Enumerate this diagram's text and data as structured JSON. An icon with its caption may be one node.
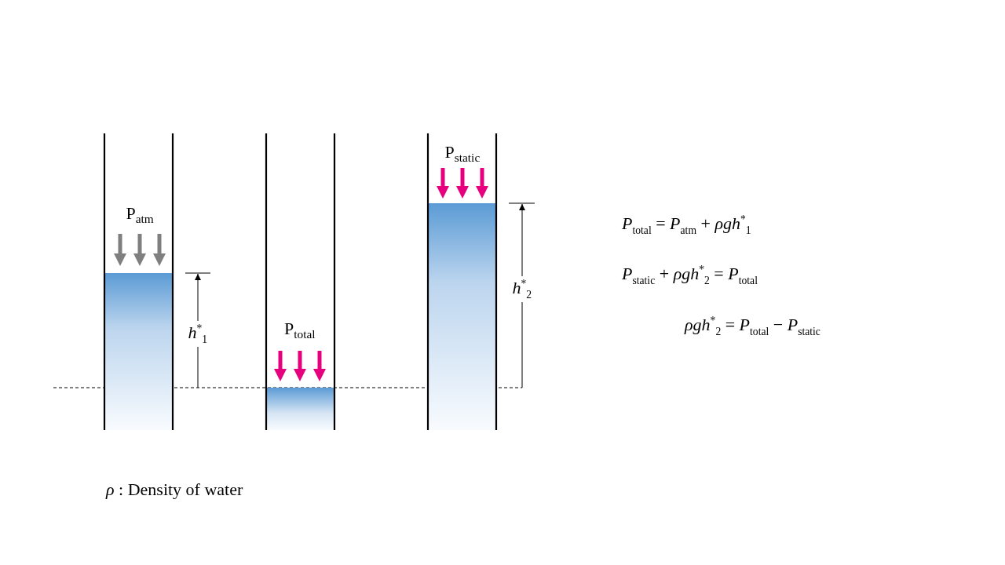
{
  "diagram": {
    "labels": [
      "P$_{static}$",
      "P$_{atm}$",
      "*P*$_{total}$ = *P*$_{atm}$ + *ρgh*$^{*}$$_{1}$",
      "*P*$_{static}$ + *ρgh*$^{*}$$_{2}$ = *P*$_{total}$",
      "*h*$^{*}$$_{2}$",
      "*h*$^{*}$$_{1}$",
      "*ρgh*$^{*}$$_{2}$ = *P*$_{total}$ − *P*$_{static}$",
      "P$_{total}$",
      "*ρ*  : Density of water"
    ]
  }
}
